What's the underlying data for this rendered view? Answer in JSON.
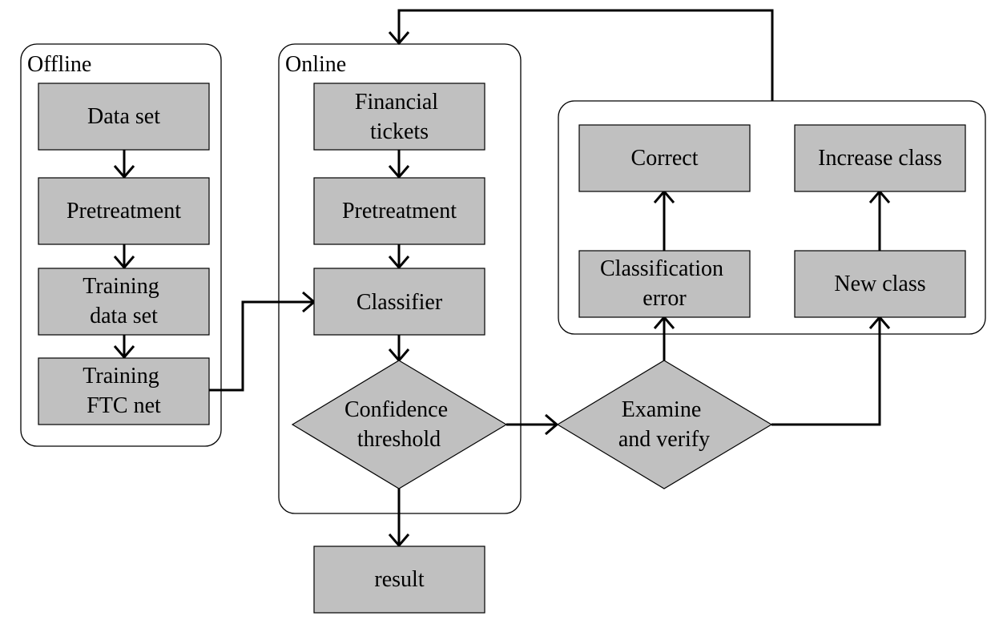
{
  "groups": {
    "offline": {
      "label": "Offline"
    },
    "online": {
      "label": "Online"
    }
  },
  "nodes": {
    "data_set": [
      "Data set"
    ],
    "pretreatment_offline": [
      "Pretreatment"
    ],
    "training_data_set": [
      "Training",
      "data set"
    ],
    "training_ftc_net": [
      "Training",
      "FTC net"
    ],
    "financial_tickets": [
      "Financial",
      "tickets"
    ],
    "pretreatment_online": [
      "Pretreatment"
    ],
    "classifier": [
      "Classifier"
    ],
    "confidence_threshold": [
      "Confidence",
      "threshold"
    ],
    "result": [
      "result"
    ],
    "examine_and_verify": [
      "Examine",
      "and verify"
    ],
    "classification_error": [
      "Classification",
      "error"
    ],
    "correct": [
      "Correct"
    ],
    "new_class": [
      "New class"
    ],
    "increase_class": [
      "Increase class"
    ]
  },
  "colors": {
    "node_fill": "#c0c0c0",
    "line": "#000000",
    "background": "#ffffff"
  }
}
